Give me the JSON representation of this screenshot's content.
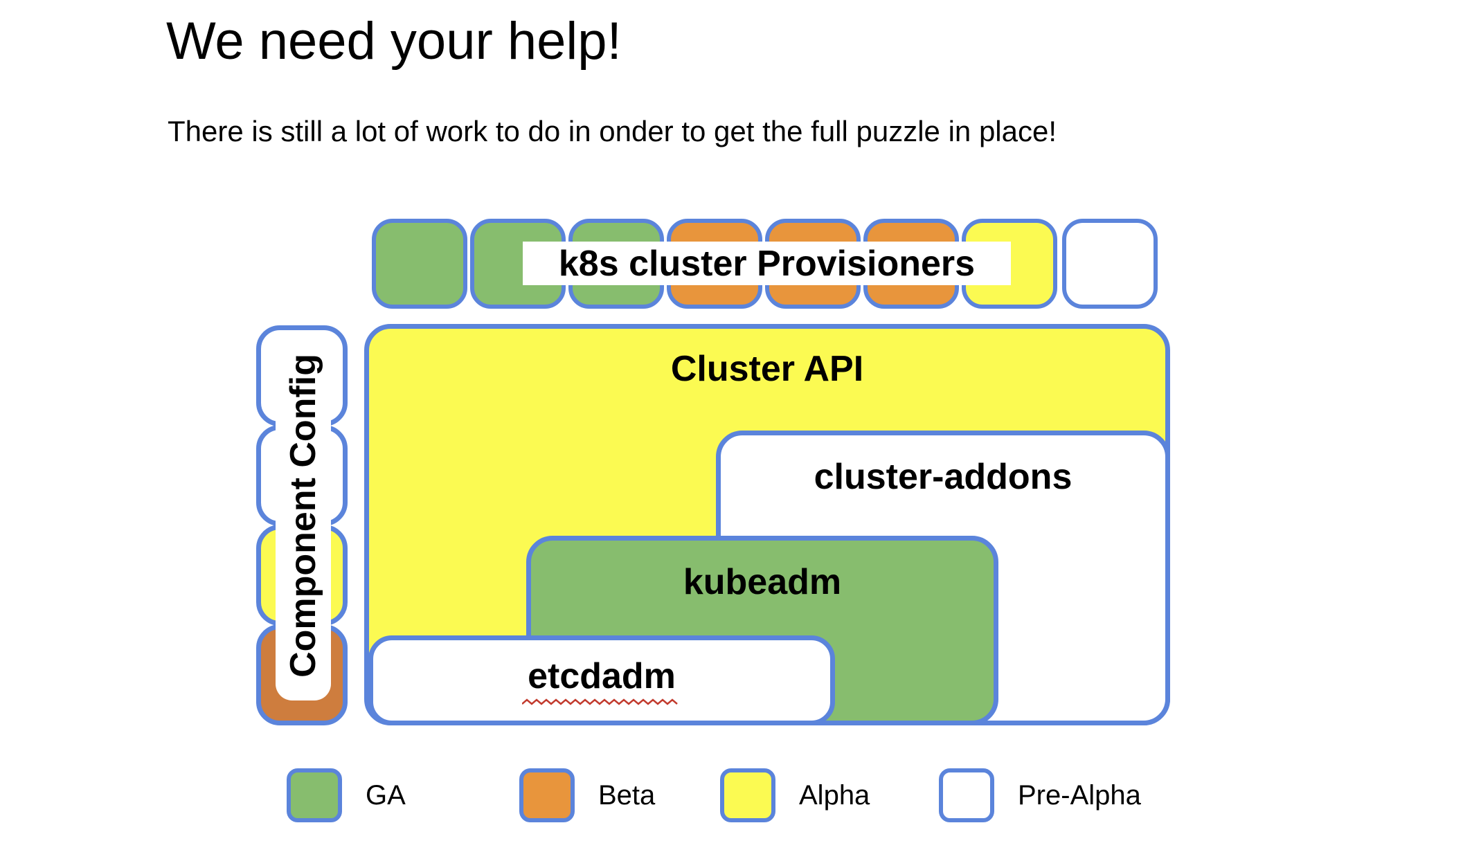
{
  "header": {
    "title": "We need your help!",
    "subtitle": "There is still a lot of work to do in onder to get the full puzzle in place!"
  },
  "diagram": {
    "provisioners": {
      "label": "k8s cluster Provisioners",
      "squares": [
        "GA",
        "GA",
        "GA",
        "Beta",
        "Beta",
        "Beta",
        "Alpha",
        "Pre-Alpha"
      ]
    },
    "component_config": {
      "label": "Component Config",
      "boxes": [
        "Pre-Alpha",
        "Pre-Alpha",
        "Alpha",
        "Beta"
      ]
    },
    "cluster_api": {
      "label": "Cluster API",
      "status": "Alpha"
    },
    "cluster_addons": {
      "label": "cluster-addons",
      "status": "Pre-Alpha"
    },
    "kubeadm": {
      "label": "kubeadm",
      "status": "GA"
    },
    "etcdadm": {
      "label": "etcdadm",
      "status": "Pre-Alpha",
      "spellcheck_underline": true
    }
  },
  "legend": {
    "items": [
      {
        "label": "GA",
        "color": "#87BD6E"
      },
      {
        "label": "Beta",
        "color": "#E8953C"
      },
      {
        "label": "Alpha",
        "color": "#FBFA52"
      },
      {
        "label": "Pre-Alpha",
        "color": "#FFFFFF"
      }
    ]
  },
  "colors": {
    "border_blue": "#5B84DB",
    "ga_green": "#87BD6E",
    "beta_orange": "#E8953C",
    "beta_orange_dark": "#CE7D3E",
    "alpha_yellow": "#FBFA52",
    "pre_alpha_white": "#FFFFFF",
    "spellcheck_red": "#C23B2E",
    "text": "#000000"
  }
}
